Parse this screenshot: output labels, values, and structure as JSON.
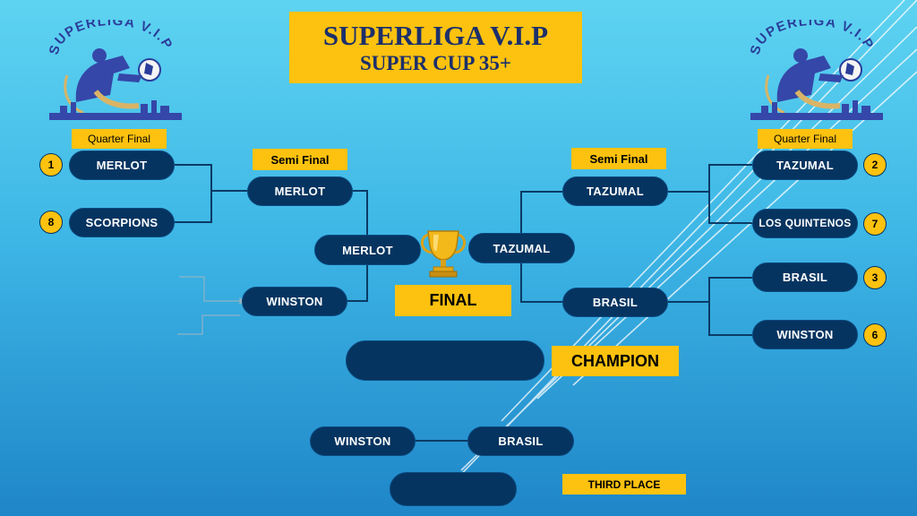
{
  "header": {
    "title": "SUPERLIGA V.I.P",
    "subtitle": "SUPER CUP 35+"
  },
  "logo": {
    "text": "SUPERLIGA V.I.P"
  },
  "labels": {
    "quarter_final_left": "Quarter Final",
    "quarter_final_right": "Quarter Final",
    "semi_final_left": "Semi Final",
    "semi_final_right": "Semi Final",
    "final": "FINAL",
    "champion": "CHAMPION",
    "third_place": "THIRD PLACE"
  },
  "left": {
    "quarter": [
      {
        "seed": "1",
        "team": "MERLOT"
      },
      {
        "seed": "8",
        "team": "SCORPIONS"
      }
    ],
    "semi": [
      "MERLOT",
      "WINSTON"
    ],
    "finalist": "MERLOT"
  },
  "right": {
    "quarter": [
      {
        "seed": "2",
        "team": "TAZUMAL"
      },
      {
        "seed": "7",
        "team": "LOS QUINTENOS"
      },
      {
        "seed": "3",
        "team": "BRASIL"
      },
      {
        "seed": "6",
        "team": "WINSTON"
      }
    ],
    "semi": [
      "TAZUMAL",
      "BRASIL"
    ],
    "finalist": "TAZUMAL"
  },
  "champion_slot": "",
  "third_place": {
    "teams": [
      "WINSTON",
      "BRASIL"
    ],
    "winner": ""
  },
  "colors": {
    "pill": "#063460",
    "accent": "#fcc20f",
    "line": "#0b3b66",
    "background_top": "#5ed3f1",
    "background_bottom": "#1f86c8"
  }
}
